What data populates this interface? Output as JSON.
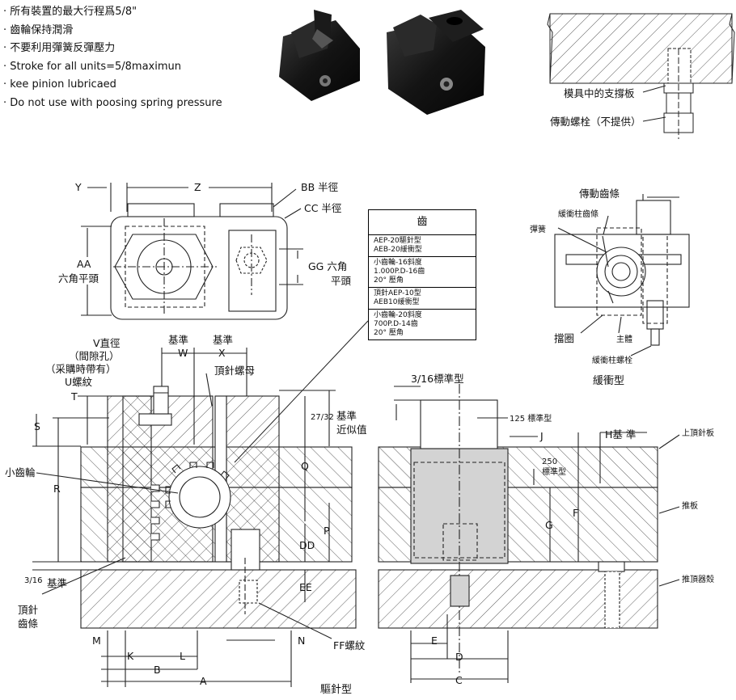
{
  "notes": [
    "· 所有裝置的最大行程爲5/8\"",
    "· 齒輪保持潤滑",
    "· 不要利用彈簧反彈壓力",
    "· Stroke for all units=5/8maximun",
    "·  kee pinion lubricaed",
    "· Do not use with poosing spring pressure"
  ],
  "top_right": {
    "support_label": "模具中的支撐板",
    "bolt_label": "傳動螺栓（不提供）"
  },
  "top_view": {
    "Y": "Y",
    "Z": "Z",
    "BB": "BB 半徑",
    "CC": "CC 半徑",
    "AA_1": "AA",
    "AA_2": "六角平頭",
    "GG_1": "GG 六角",
    "GG_2": "平頭"
  },
  "table": {
    "header": "齒",
    "rows": [
      [
        "AEP-20驅針型",
        "AEB-20緩衝型"
      ],
      [
        "小齒輪-16斜度",
        "1.000P.D-16齒",
        "20° 壓角"
      ],
      [
        "頂針AEP-10型",
        "AEB10緩衝型"
      ],
      [
        "小齒輪-20斜度",
        "700P.D-14齒",
        "20° 壓角"
      ]
    ]
  },
  "buffer_view": {
    "drive_rack": "傳動齒條",
    "buffer_rack": "緩衝柱齒條",
    "spring": "彈簧",
    "retainer": "擋圈",
    "body": "主體",
    "bolt": "緩衝柱螺栓",
    "title": "緩衝型"
  },
  "left_view": {
    "V_1": "V直徑",
    "V_2": "（間隙孔）",
    "V_3": "（采購時帶有）",
    "U": "U螺紋",
    "T": "T",
    "S": "S",
    "R": "R",
    "base_W": "基準",
    "W": "W",
    "base_X": "基準",
    "X": "X",
    "pin_nut": "頂針螺母",
    "frac_27_32": "27/32",
    "base_approx_1": "基準",
    "base_approx_2": "近似值",
    "Q": "Q",
    "P": "P",
    "DD": "DD",
    "EE": "EE",
    "pinion": "小齒輪",
    "frac_3_16": "3/16",
    "base_316": "基準",
    "rack_1": "頂針",
    "rack_2": "齒條",
    "M": "M",
    "K": "K",
    "L": "L",
    "B": "B",
    "A": "A",
    "N": "N",
    "FF": "FF螺紋",
    "title": "驅針型"
  },
  "right_view": {
    "std_316": "3/16標準型",
    "std_125": "125 標準型",
    "J": "J",
    "H": "H基 準",
    "top_plate": "上頂針板",
    "std_250_1": "250",
    "std_250_2": "標準型",
    "push_plate": "推板",
    "G": "G",
    "F": "F",
    "ejector": "推頂器殼",
    "E": "E",
    "D": "D",
    "C": "C"
  },
  "colors": {
    "line": "#222222",
    "pin_fill": "#d3d3d3",
    "photo_dark": "#1c1c1c"
  }
}
